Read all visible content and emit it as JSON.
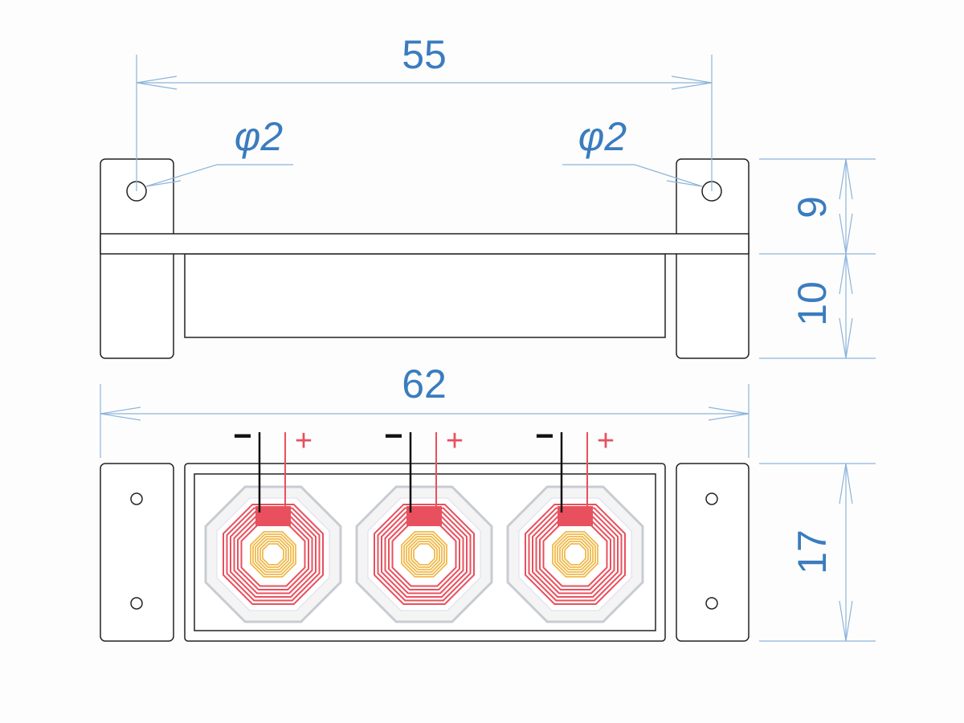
{
  "dimensions": {
    "hole_spacing": "55",
    "hole_left": "φ2",
    "hole_right": "φ2",
    "overall_width": "62",
    "tab_height": "9",
    "body_height": "10",
    "depth": "17"
  },
  "coils": [
    {
      "minus": "−",
      "plus": "+"
    },
    {
      "minus": "−",
      "plus": "+"
    },
    {
      "minus": "−",
      "plus": "+"
    }
  ],
  "colors": {
    "dimension": "#3a7cbf",
    "coil_outer": "#e8505e",
    "coil_inner": "#f0b94a",
    "wire_negative": "#111111",
    "wire_positive": "#e8505e"
  }
}
